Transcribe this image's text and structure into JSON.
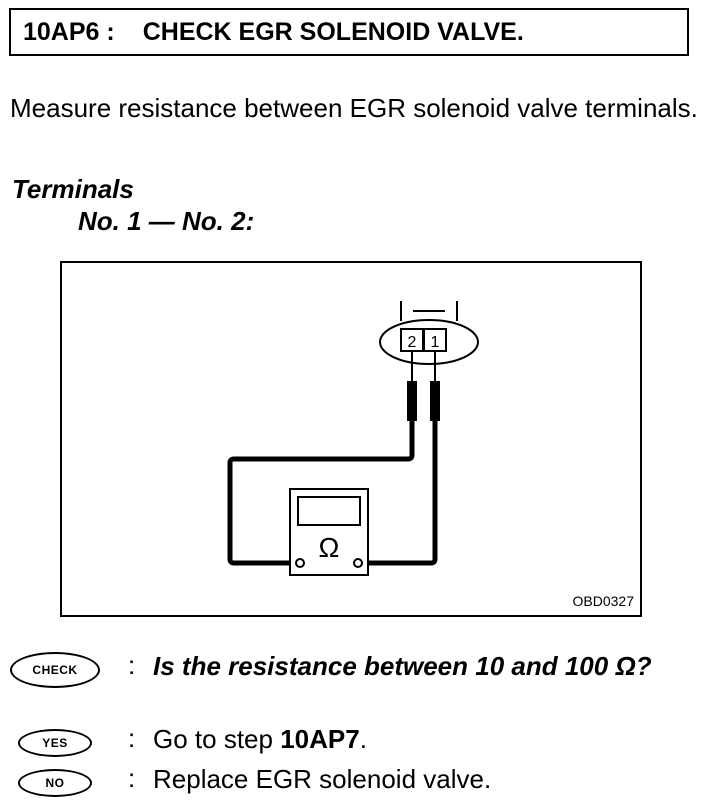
{
  "header": {
    "code": "10AP6 :",
    "title": "CHECK EGR SOLENOID VALVE."
  },
  "instruction": "Measure resistance between EGR solenoid valve terminals.",
  "terminals": {
    "heading": "Terminals",
    "pair": "No. 1 — No. 2:"
  },
  "figure": {
    "connector_pins": [
      "2",
      "1"
    ],
    "meter_symbol": "Ω",
    "figure_id": "OBD0327"
  },
  "check": {
    "badge": "CHECK",
    "colon": ":",
    "question": "Is the resistance between 10 and 100 Ω?"
  },
  "yes": {
    "badge": "YES",
    "colon": ":",
    "prefix": "Go to step ",
    "step": "10AP7",
    "suffix": "."
  },
  "no": {
    "badge": "NO",
    "colon": ":",
    "text": "Replace EGR solenoid valve."
  }
}
